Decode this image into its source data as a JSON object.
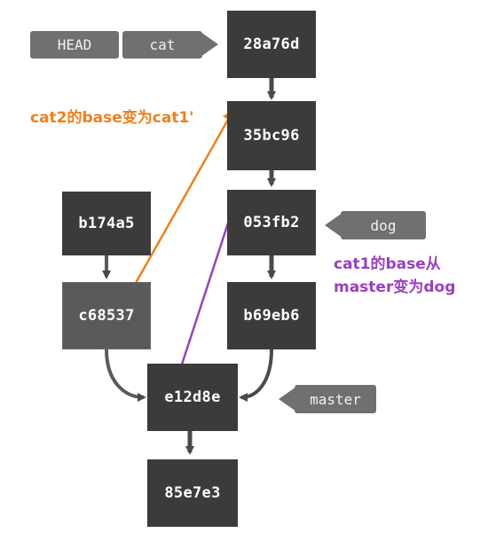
{
  "commits": {
    "c28a76d": "28a76d",
    "c35bc96": "35bc96",
    "c053fb2": "053fb2",
    "cb69eb6": "b69eb6",
    "cb174a5": "b174a5",
    "cc68537": "c68537",
    "ce12d8e": "e12d8e",
    "c85e7e3": "85e7e3"
  },
  "refs": {
    "head": "HEAD",
    "cat": "cat",
    "dog": "dog",
    "master": "master"
  },
  "annotations": {
    "cat2": "cat2的base变为cat1'",
    "cat1_line1": "cat1的base从",
    "cat1_line2": "master变为dog"
  },
  "colors": {
    "commit_dark": "#3b3b3b",
    "commit_mid": "#5a5a5a",
    "tag": "#707070",
    "edge": "#4a4a4a",
    "orange": "#f27f1b",
    "purple": "#9b3fc1"
  }
}
